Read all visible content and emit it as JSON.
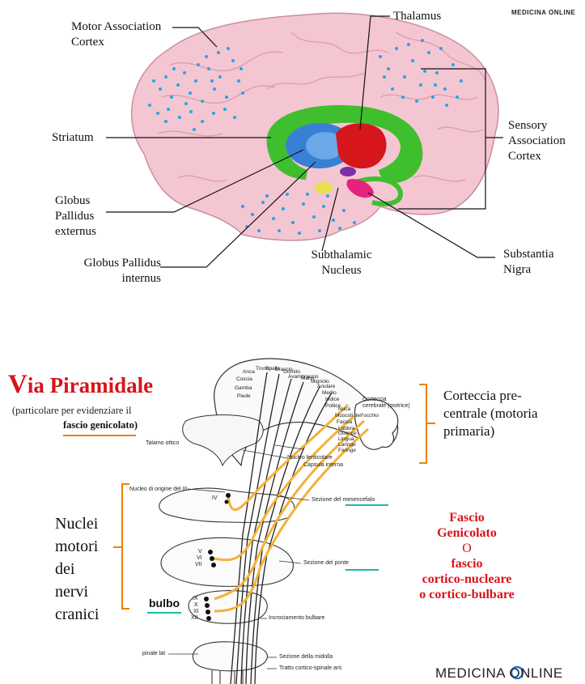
{
  "top": {
    "brand": "MEDICINA ONLINE",
    "labels": {
      "motor": "Motor Association Cortex",
      "thalamus": "Thalamus",
      "striatum": "Striatum",
      "sensory": "Sensory Association Cortex",
      "gp_ext": "Globus Pallidus externus",
      "subthalamic": "Subthalamic Nucleus",
      "substantia": "Substantia Nigra",
      "gp_int": "Globus Pallidus internus"
    },
    "colors": {
      "brain": "#f4c6d2",
      "striatum": "#3fbf2e",
      "globus": "#3a7fd6",
      "thalamus": "#d6161c",
      "dots": "#24a6e6"
    }
  },
  "bottom": {
    "title_first": "V",
    "title_rest": "ia Piramidale",
    "subtitle1": "(particolare per evidenziare il",
    "subtitle2": "fascio genicolato)",
    "corteccia": "Corteccia pre-centrale (motoria primaria)",
    "nuclei": "Nuclei motori dei nervi cranici",
    "bulbo": "bulbo",
    "fascio": {
      "line1": "Fascio",
      "line2": "Genicolato",
      "line3": "O",
      "line4": "fascio",
      "line5": "cortico-nucleare",
      "line6": "o  cortico-bulbare"
    },
    "small": {
      "talamo": "Talamo ottico",
      "nucleo_origine": "Nucleo di origine del III",
      "iv": "IV",
      "mesencefalo": "Sezione del mesencefalo",
      "nucleo_lenticolare": "Nucleo lenticolare",
      "capsula": "Capsula interna",
      "corteccia_cerebrale": "Corteccia cerebrale (motrice)",
      "ponte": "Sezione del ponte",
      "incrociamento": "Incrociamento bulbare",
      "midolla": "Sezione della midolla",
      "tratto": "Tratto cortico-spinale ant.",
      "spinale_lat": "pinale lat",
      "n_v": "V",
      "n_vi": "VI",
      "n_vii": "VII",
      "n_ix": "IX",
      "n_x": "X",
      "n_xi": "XI",
      "n_xii": "XII",
      "homunculus": [
        "Anca",
        "Coscia",
        "Gamba",
        "Piede",
        "Tronco",
        "Spalla",
        "Braccio",
        "Gomito",
        "Avambraccio",
        "Mano",
        "Mignolo",
        "Anulare",
        "Medio",
        "Indice",
        "Pollice",
        "Nuca",
        "Muscoli dell'occhio",
        "Faccia",
        "Labbra",
        "Guance",
        "Lingua",
        "Laringe",
        "Faringe"
      ]
    },
    "brand": "MEDICINA ONLINE",
    "colors": {
      "title": "#d7141a",
      "orange": "#e8820c",
      "teal": "#1fb9a6",
      "fibers": "#f2b13a"
    }
  }
}
